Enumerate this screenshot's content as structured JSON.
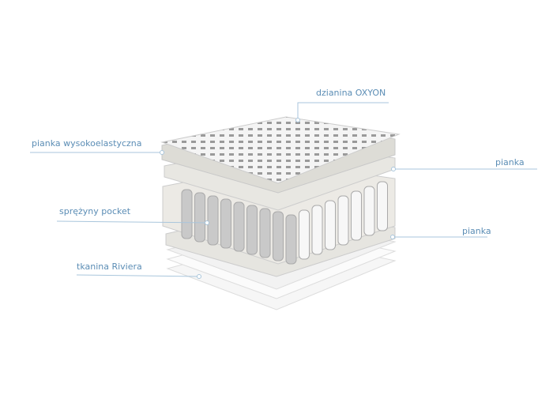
{
  "labels": {
    "top_fabric": "dzianina OXYON",
    "hr_foam": "pianka wysokoelastyczna",
    "foam_top": "pianka",
    "springs": "sprężyny pocket",
    "foam_bottom": "pianka",
    "cover": "tkanina Riviera"
  },
  "colors": {
    "label": "#5b8db5",
    "line": "#a9c6dc"
  }
}
